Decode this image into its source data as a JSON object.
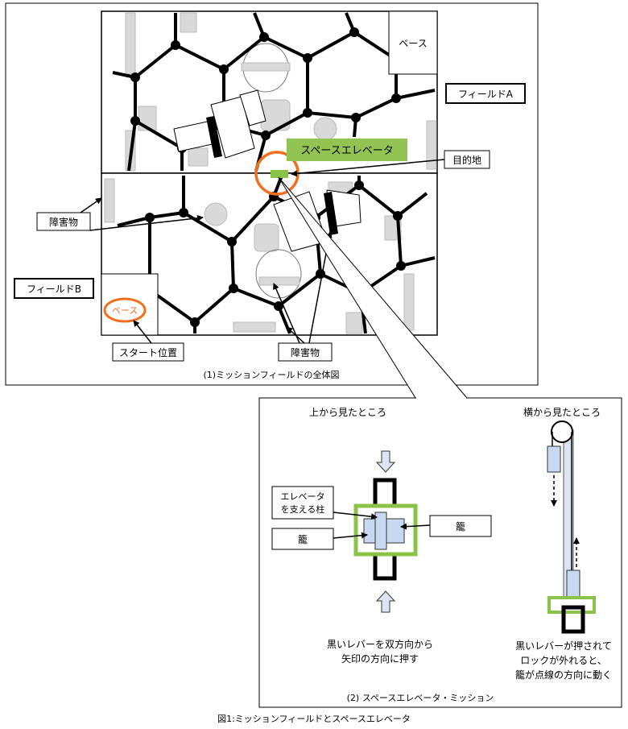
{
  "figure": {
    "caption": "図1:ミッションフィールドとスペースエレベータ",
    "panel1_caption": "(1)ミッションフィールドの全体図",
    "panel2_caption": "(2) スペースエレベータ・ミッション"
  },
  "field": {
    "base_label_a": "ベース",
    "field_a_label": "フィールドA",
    "field_b_label": "フィールドB",
    "base_label_b": "ベース",
    "space_elevator_label": "スペースエレベータ",
    "destination_label": "目的地",
    "obstacle_label_left": "障害物",
    "obstacle_label_bottom": "障害物",
    "start_position_label": "スタート位置"
  },
  "elevator": {
    "top_view_title": "上から見たところ",
    "side_view_title": "横から見たところ",
    "pillar_label_line1": "エレベータ",
    "pillar_label_line2": "を支える柱",
    "cage_label_left": "籠",
    "cage_label_right": "籠",
    "top_note_line1": "黒いレバーを双方向から",
    "top_note_line2": "矢印の方向に押す",
    "side_note_line1": "黒いレバーが押されて",
    "side_note_line2": "ロックが外れると、",
    "side_note_line3": "籠が点線の方向に動く"
  },
  "colors": {
    "accent_orange": "#f07020",
    "accent_green": "#8bc34a",
    "green_label_fill": "#92c353",
    "obstacle_gray": "#d9d9d9",
    "cage_blue": "#c6d9f1"
  }
}
